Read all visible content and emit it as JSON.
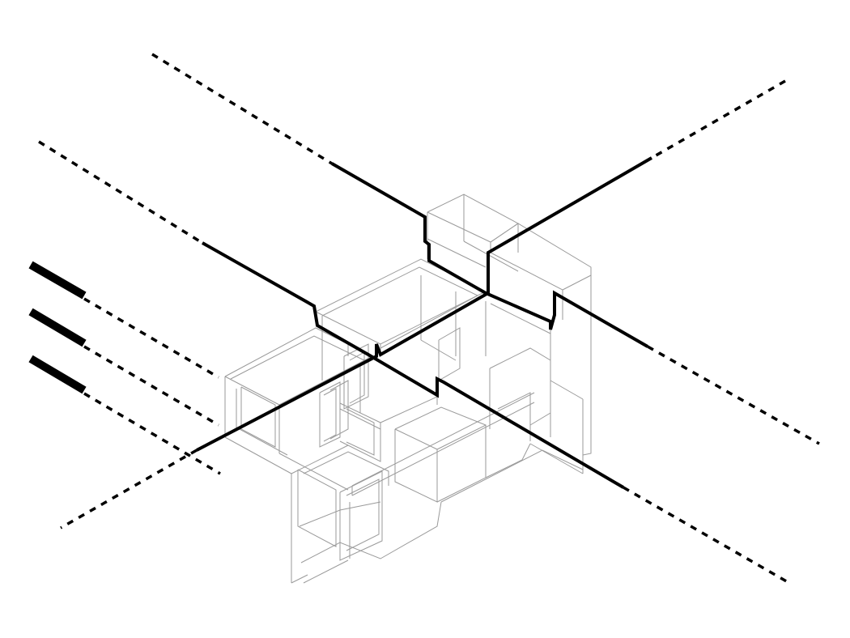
{
  "diagram": {
    "kind": "axonometric-wireframe",
    "colors": {
      "background": "#ffffff",
      "wireframe": "#9a9a9a",
      "section_line": "#000000"
    },
    "section_line_count": 4,
    "marker_bar_count": 3
  }
}
